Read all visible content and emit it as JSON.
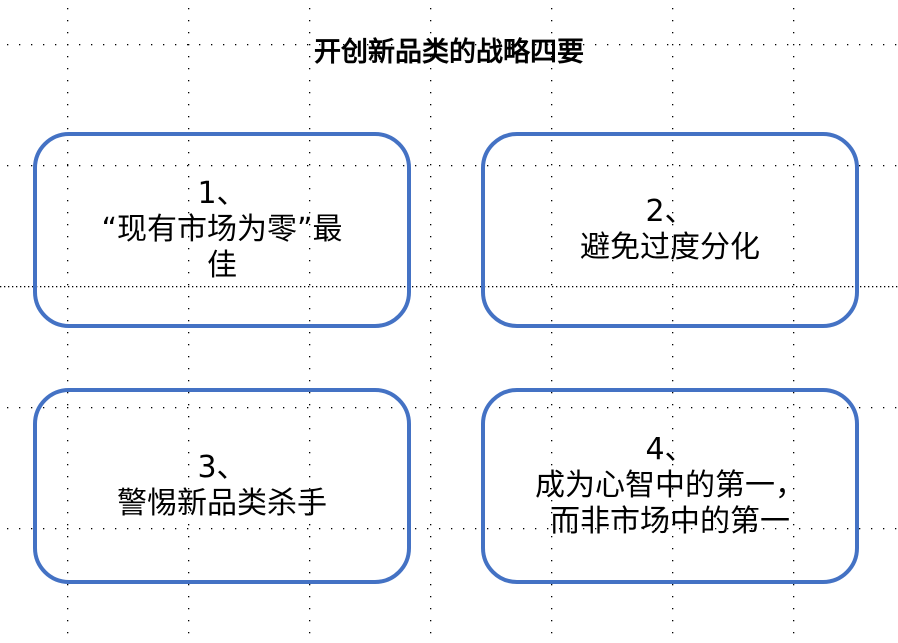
{
  "title": "开创新品类的战略四要",
  "boxes": [
    {
      "text": "1、\n“现有市场为零”最\n佳"
    },
    {
      "text": "2、\n避免过度分化"
    },
    {
      "text": "3、\n警惕新品类杀手"
    },
    {
      "text": "4、\n成为心智中的第一，\n而非市场中的第一"
    }
  ],
  "colors": {
    "box_border": "#4472C4",
    "grid_dot": "#000000"
  }
}
